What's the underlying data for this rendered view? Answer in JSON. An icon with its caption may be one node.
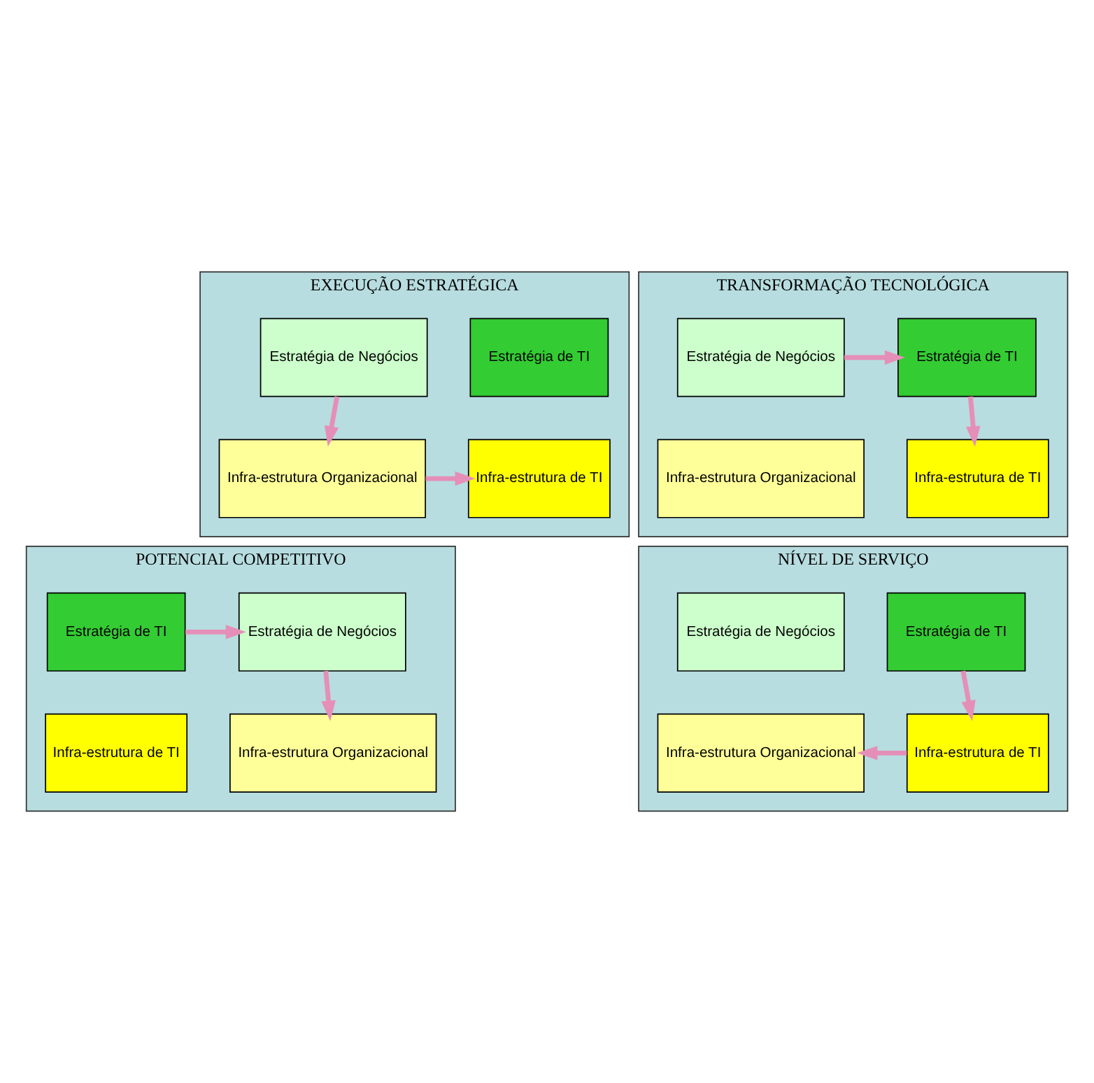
{
  "diagram": {
    "nodes": [
      {
        "text": [
          "EXECUÇÃO ESTRATÉGICA"
        ]
      },
      {
        "text": [
          "Estratégia de Negócios"
        ],
        "in": 0
      },
      {
        "text": [
          "Estratégia de TI"
        ],
        "in": 0
      },
      {
        "text": [
          "Infra-estrutura Organizacional"
        ],
        "in": 0
      },
      {
        "text": [
          "Infra-estrutura de TI"
        ],
        "in": 0
      },
      {
        "text": [
          "TRANSFORMAÇÃO TECNOLÓGICA"
        ]
      },
      {
        "text": [
          "Estratégia de Negócios"
        ],
        "in": 5
      },
      {
        "text": [
          "Estratégia de TI"
        ],
        "in": 5
      },
      {
        "text": [
          "Infra-estrutura Organizacional"
        ],
        "in": 5
      },
      {
        "text": [
          "Infra-estrutura de TI"
        ],
        "in": 5
      },
      {
        "text": [
          "POTENCIAL COMPETITIVO"
        ]
      },
      {
        "text": [
          "Estratégia de Negócios"
        ],
        "in": 10
      },
      {
        "text": [
          "Estratégia de TI"
        ],
        "in": 10
      },
      {
        "text": [
          "Infra-estrutura Organizacional"
        ],
        "in": 10
      },
      {
        "text": [
          "Infra-estrutura de TI"
        ],
        "in": 10
      },
      {
        "text": [
          "NÍVEL DE SERVIÇO"
        ]
      },
      {
        "text": [
          "Estratégia de Negócios"
        ],
        "in": 15
      },
      {
        "text": [
          "Estratégia de TI"
        ],
        "in": 15
      },
      {
        "text": [
          "Infra-estrutura Organizacional"
        ],
        "in": 15
      },
      {
        "text": [
          "Infra-estrutura de TI"
        ],
        "in": 15
      }
    ],
    "edges": [
      {
        "from": 1,
        "to": 3,
        "arrow": "to"
      },
      {
        "from": 3,
        "to": 4,
        "arrow": "to"
      },
      {
        "from": 6,
        "to": 7,
        "arrow": "to"
      },
      {
        "from": 7,
        "to": 9,
        "arrow": "to"
      },
      {
        "from": 12,
        "to": 11,
        "arrow": "to"
      },
      {
        "from": 11,
        "to": 13,
        "arrow": "to"
      },
      {
        "from": 17,
        "to": 19,
        "arrow": "to"
      },
      {
        "from": 19,
        "to": 18,
        "arrow": "to"
      }
    ]
  }
}
